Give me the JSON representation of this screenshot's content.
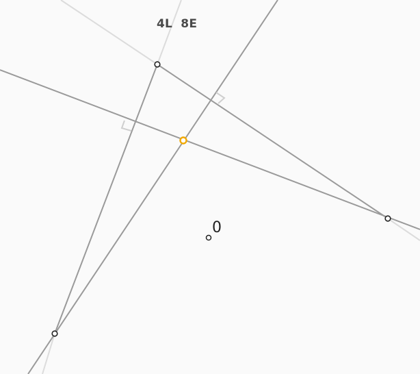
{
  "hud": {
    "score_text": "4L  8E"
  },
  "labels": {
    "point_o": "0"
  },
  "colors": {
    "background": "#fafafa",
    "line": "#9a9a9a",
    "faint_line": "#dadada",
    "right_angle_marker": "#cfcfcf",
    "point_fill": "#ffffff",
    "point_stroke": "#222222",
    "highlight_point": "#f2a900"
  },
  "icons": {
    "vertex": "hollow-circle",
    "intersection": "highlighted-hollow-circle"
  }
}
